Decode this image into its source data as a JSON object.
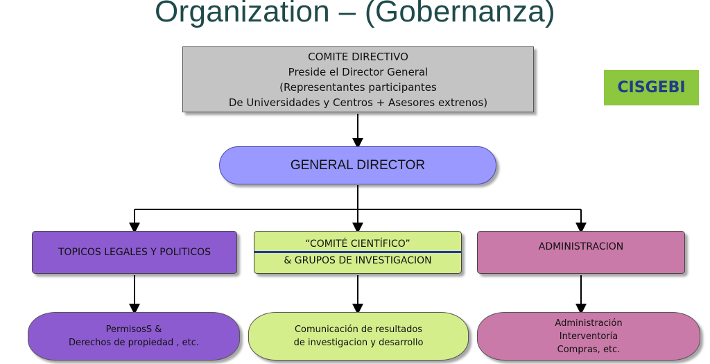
{
  "title": "Organization – (Gobernanza)",
  "committee": {
    "lines": [
      "COMITE DIRECTIVO",
      "Preside el Director General",
      "(Representantes participantes",
      "De Universidades y Centros + Asesores extrenos)"
    ]
  },
  "badge": "CISGEBI",
  "general_director": "GENERAL DIRECTOR",
  "units": {
    "legal": "TOPICOS LEGALES Y POLITICOS",
    "science_top": "“COMITÉ CIENTÍFICO”",
    "science_bottom": "& GRUPOS DE INVESTIGACION",
    "admin": "ADMINISTRACION"
  },
  "outcomes": {
    "legal": [
      "PermisosS &",
      "Derechos de propiedad , etc."
    ],
    "science": [
      "Comunicación de resultados",
      "de investigacion  y desarrollo"
    ],
    "admin": [
      "Administración",
      "Interventoría",
      "Compras, etc."
    ]
  },
  "colors": {
    "title": "#1f4a4a",
    "committee": "#c4c4c4",
    "badge": "#8dc63f",
    "badge_text": "#1f3c8a",
    "general_director": "#9999ff",
    "legal": "#8c5bd0",
    "science": "#d4ee8c",
    "admin": "#c97aa8"
  }
}
